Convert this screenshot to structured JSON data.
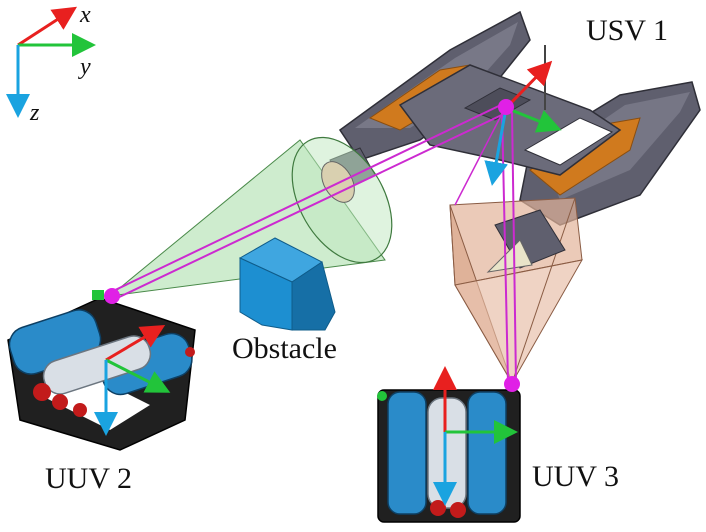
{
  "frame": {
    "x_label": "x",
    "y_label": "y",
    "z_label": "z"
  },
  "labels": {
    "usv1": "USV 1",
    "uuv2": "UUV 2",
    "uuv3": "UUV 3",
    "obstacle": "Obstacle"
  },
  "colors": {
    "axis_x": "#e8201f",
    "axis_y": "#22c43a",
    "axis_z": "#1aa3e0",
    "link": "#cc2ad0",
    "node": "#e020e6",
    "hull": "#5f5f6e",
    "hull_accent": "#d07a1e",
    "obstacle": "#1d8fd1",
    "cone_green": "#a6dca6",
    "pyramid_peach": "#e3b49a",
    "uuv_body": "#2a8bc9"
  }
}
